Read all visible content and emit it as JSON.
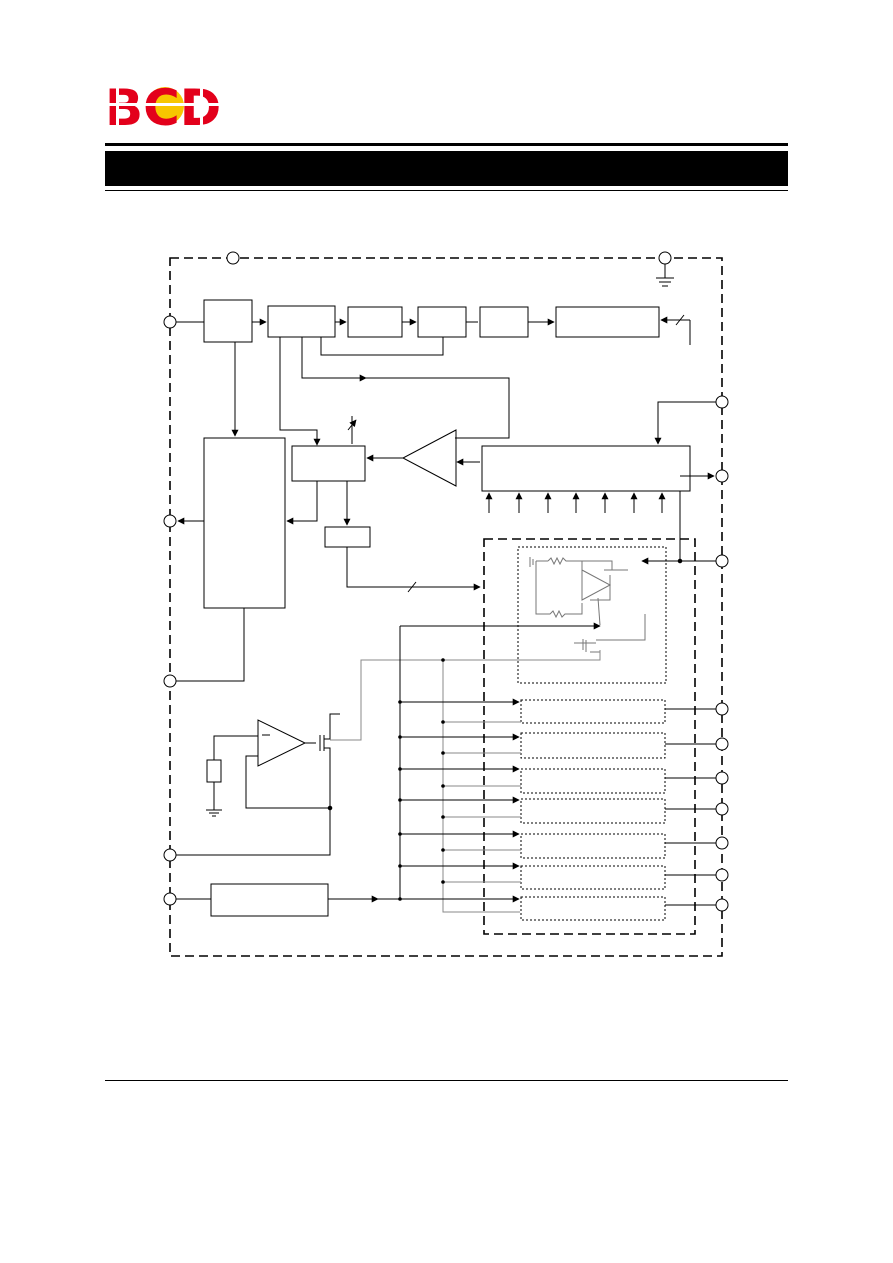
{
  "page": {
    "brand": {
      "logo_text": "BCD",
      "colors": {
        "letters": "#e3001b",
        "circle": "#f7c600"
      }
    },
    "header_bar": {
      "color": "#000000"
    },
    "diagram": {
      "line_color": "#000000",
      "secondary_line_color": "#888888",
      "pin_count_left": 5,
      "pin_count_right": 10,
      "pin_count_top": 2,
      "led_driver_channel_count": 7
    }
  }
}
